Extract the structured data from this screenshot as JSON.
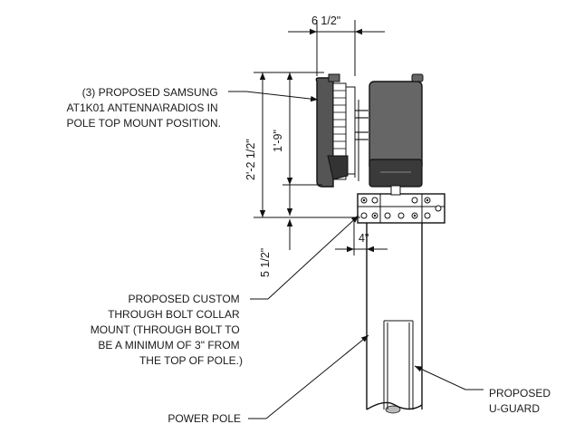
{
  "dimensions": {
    "width_6_1_2": "6 1/2\"",
    "height_2_2_1_2": "2'-2 1/2\"",
    "height_1_9": "1'-9\"",
    "height_5_1_2": "5 1/2\"",
    "offset_4": "4\""
  },
  "callouts": {
    "antenna": [
      "(3) PROPOSED SAMSUNG",
      "AT1K01 ANTENNA\\RADIOS IN",
      "POLE TOP MOUNT POSITION."
    ],
    "collar_mount": [
      "PROPOSED CUSTOM",
      "THROUGH BOLT COLLAR",
      "MOUNT (THROUGH BOLT TO",
      "BE A MINIMUM OF 3\" FROM",
      "THE TOP OF POLE.)"
    ],
    "power_pole": [
      "POWER POLE"
    ],
    "u_guard": [
      "PROPOSED",
      "U-GUARD"
    ]
  },
  "colors": {
    "line": "#111111",
    "radio_body": "#666666",
    "radio_dark": "#3a3a3a"
  }
}
